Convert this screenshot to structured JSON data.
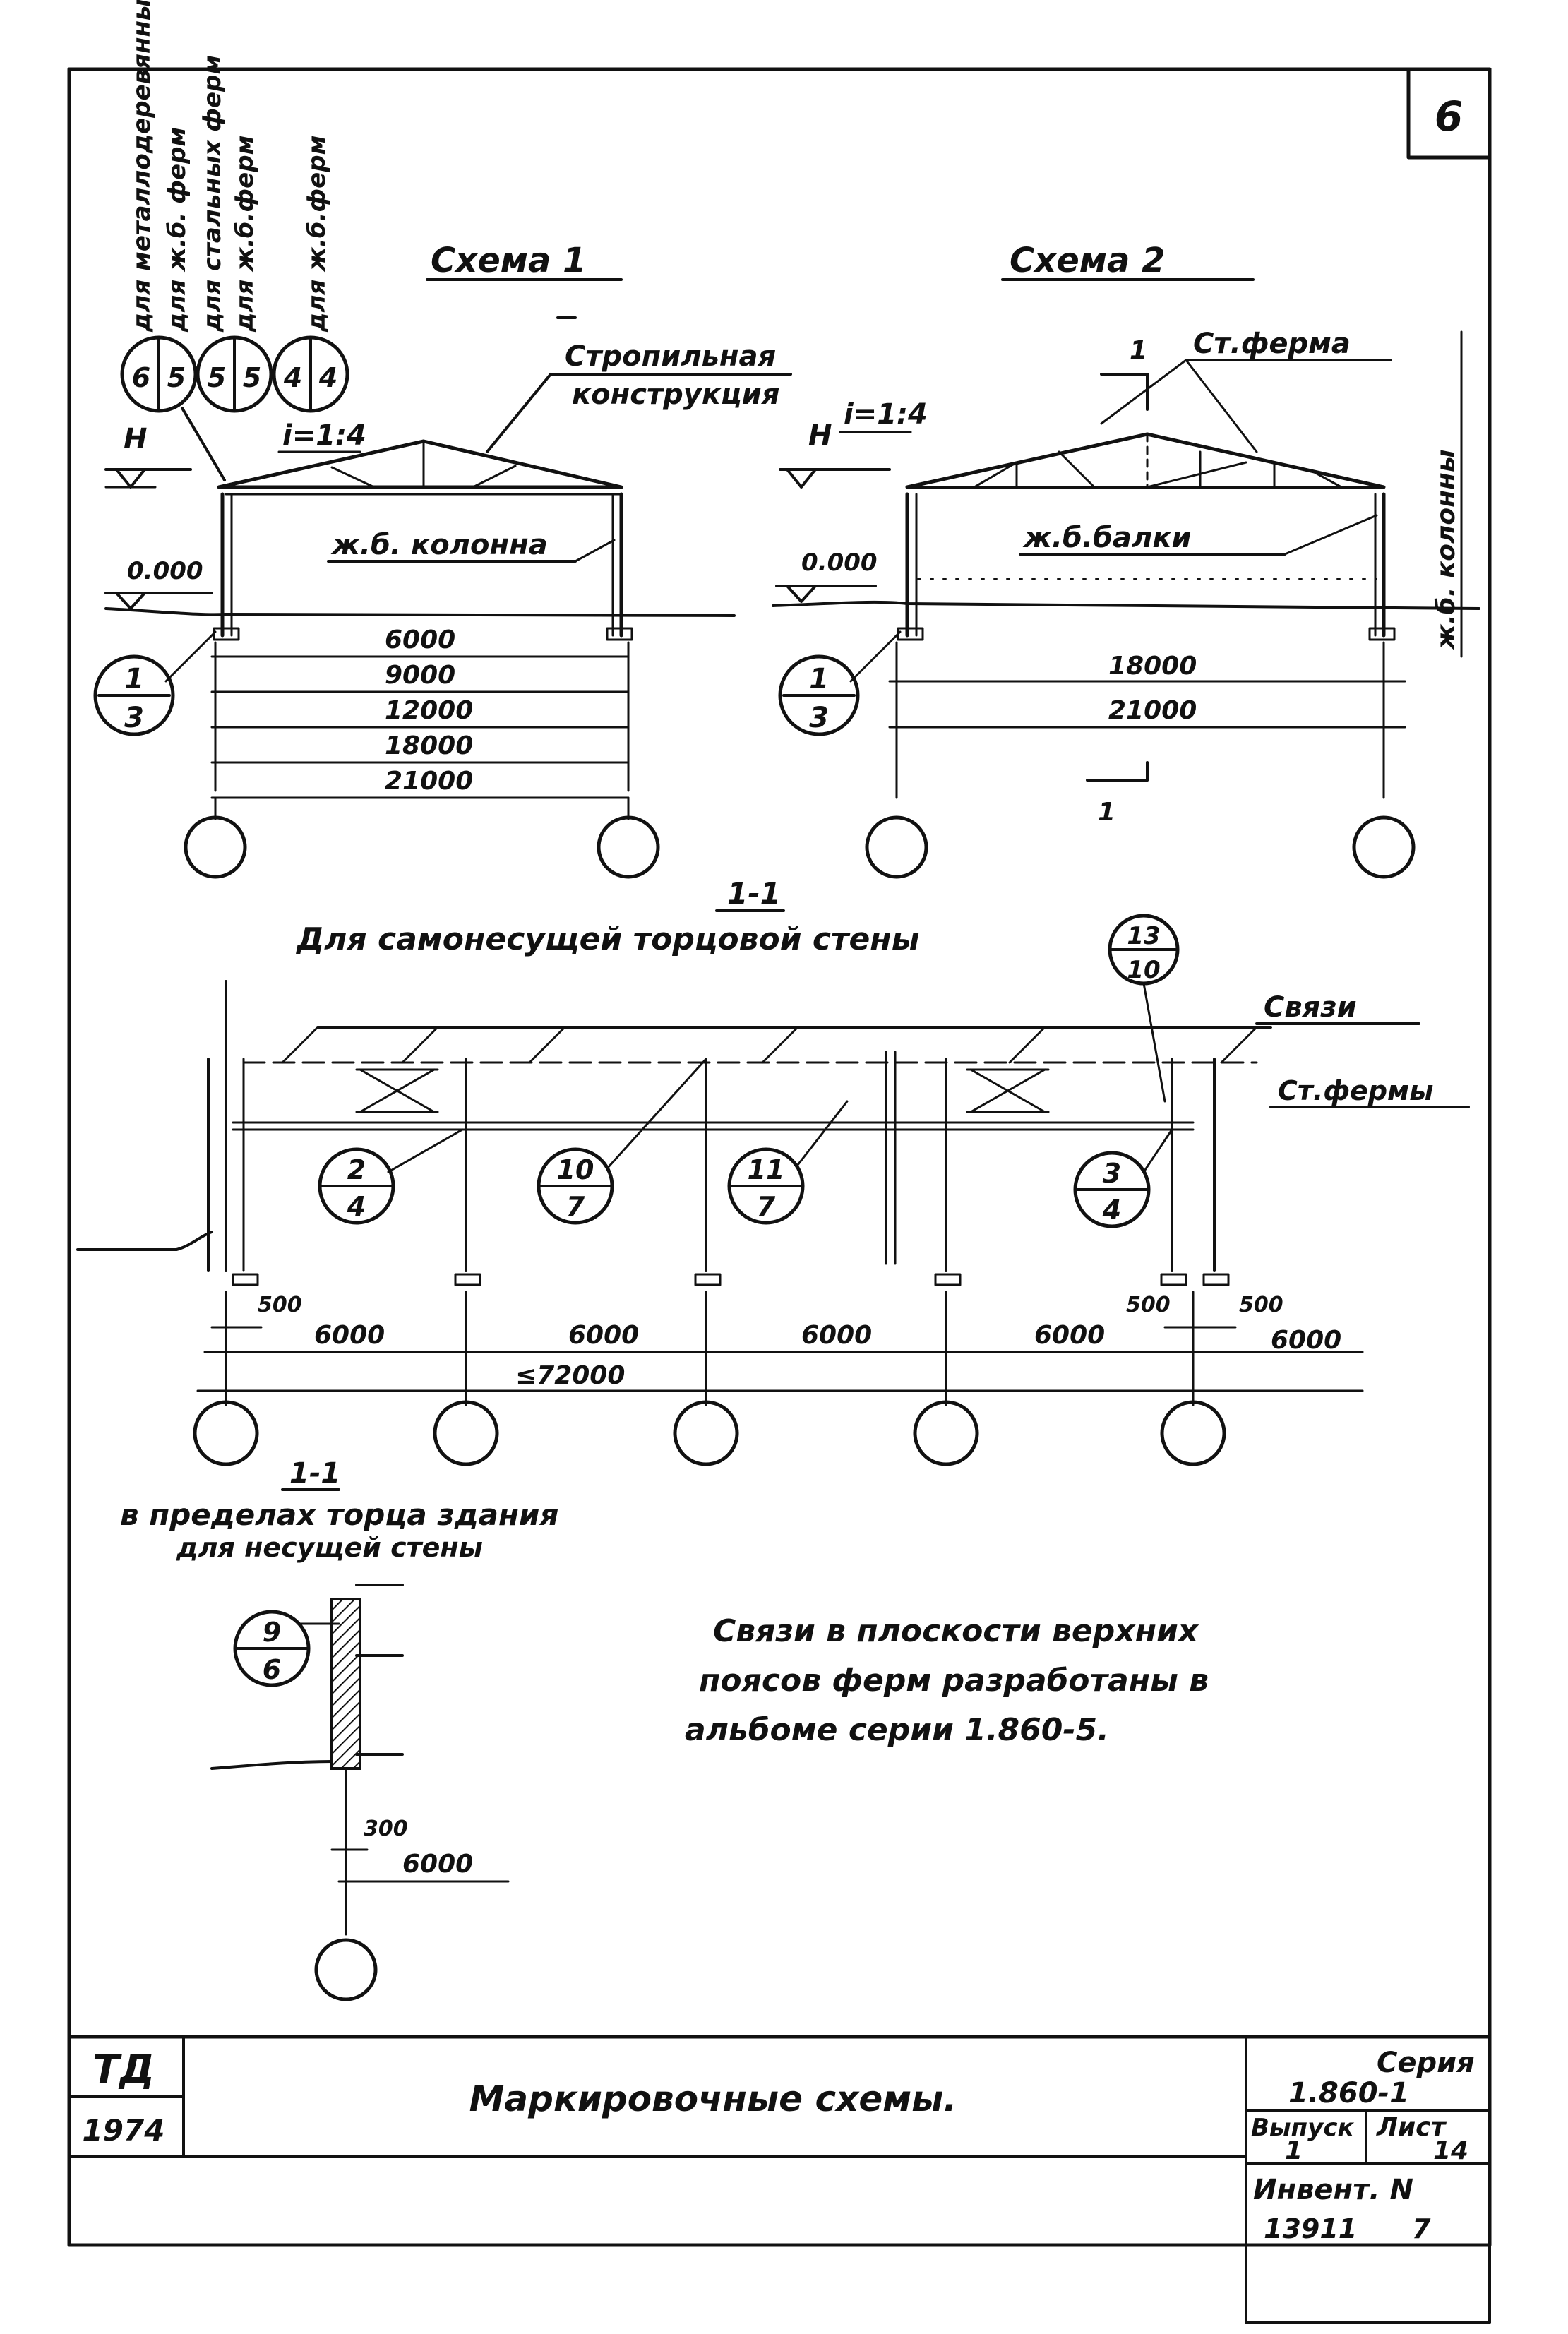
{
  "sheet_number": "6",
  "scheme1": {
    "title": "Схема 1",
    "roof_structure_label_1": "Стропильная",
    "roof_structure_label_2": "конструкция",
    "slope": "i=1:4",
    "level_h": "H",
    "level_zero": "0.000",
    "column_label": "ж.б. колонна",
    "spans": [
      "6000",
      "9000",
      "12000",
      "18000",
      "21000"
    ],
    "marker": {
      "top": "1",
      "bottom": "3"
    }
  },
  "scheme2": {
    "title": "Схема 2",
    "truss_label": "Ст.ферма",
    "column_label": "ж.б. колонны",
    "beam_label": "ж.б.балки",
    "slope": "i=1:4",
    "level_h": "H",
    "level_zero": "0.000",
    "section_mark": "1",
    "spans": [
      "18000",
      "21000"
    ],
    "marker": {
      "top": "1",
      "bottom": "3"
    }
  },
  "legend": {
    "items": [
      {
        "text": "для металлодеревянных ферм",
        "top": "6",
        "bottom": "5"
      },
      {
        "text": "для ж.б. ферм",
        "top": "",
        "bottom": ""
      },
      {
        "text": "для стальных ферм",
        "top": "5",
        "bottom": "5"
      },
      {
        "text": "для ж.б.ферм",
        "top": "4",
        "bottom": "4"
      }
    ]
  },
  "section_main": {
    "mark": "1-1",
    "caption": "Для самонесущей торцовой стены",
    "bracing_label": "Связи",
    "truss_label": "Ст.фермы",
    "markers": [
      {
        "top": "2",
        "bottom": "4"
      },
      {
        "top": "10",
        "bottom": "7"
      },
      {
        "top": "11",
        "bottom": "7"
      },
      {
        "top": "3",
        "bottom": "4"
      },
      {
        "top": "13",
        "bottom": "10"
      }
    ],
    "dims": [
      "6000",
      "6000",
      "6000",
      "6000",
      "6000"
    ],
    "total": "≤72000",
    "offsets": [
      "500",
      "500",
      "500"
    ]
  },
  "section_end": {
    "mark": "1-1",
    "caption_1": "в пределах торца здания",
    "caption_2": "для несущей стены",
    "marker": {
      "top": "9",
      "bottom": "6"
    },
    "offset": "300",
    "dim": "6000"
  },
  "note_lines": [
    "Связи в плоскости верхних",
    "поясов ферм разработаны в",
    "альбоме серии 1.860-5."
  ],
  "title_block": {
    "org": "ТД",
    "year": "1974",
    "title": "Маркировочные схемы.",
    "series_label": "Серия",
    "series_value": "1.860-1",
    "issue_label": "Выпуск",
    "issue_value": "1",
    "sheet_label": "Лист",
    "sheet_value": "14",
    "inventory_label": "Инвент. N",
    "inventory_value": "13911",
    "inventory_extra": "7"
  }
}
